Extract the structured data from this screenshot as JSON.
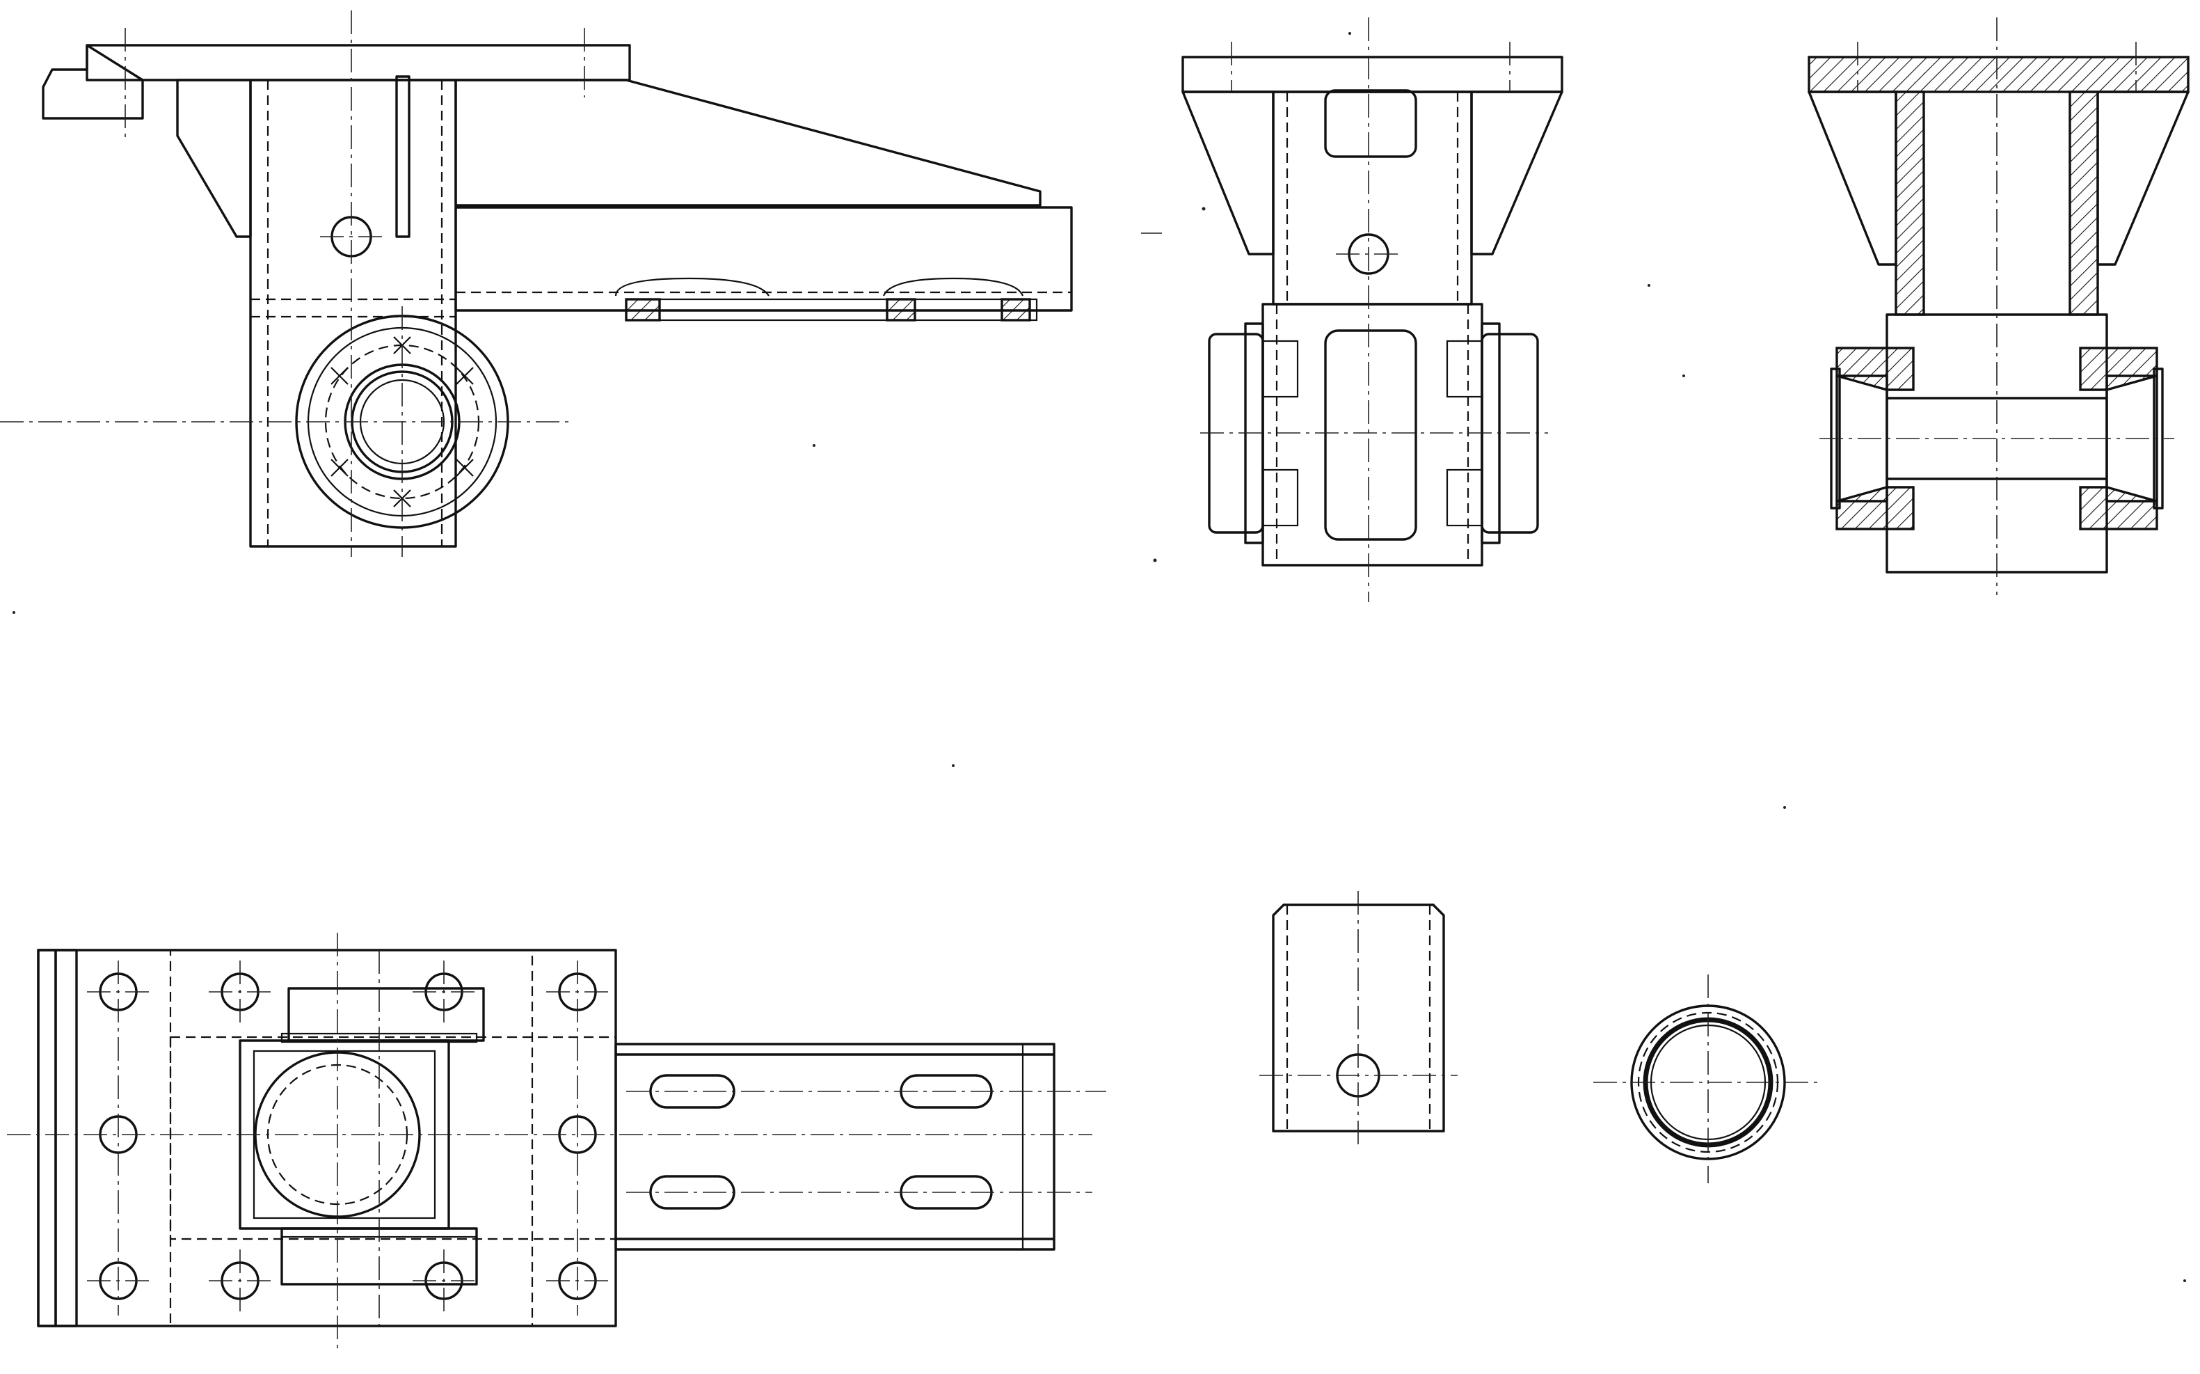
{
  "drawing": {
    "type": "orthographic engineering drawing",
    "views": [
      {
        "id": "front-view",
        "kind": "elevation"
      },
      {
        "id": "side-view",
        "kind": "end elevation"
      },
      {
        "id": "section-view",
        "kind": "sectional elevation (hatched)"
      },
      {
        "id": "top-view",
        "kind": "plan"
      },
      {
        "id": "detail-bushing-side",
        "kind": "detail elevation"
      },
      {
        "id": "detail-bushing-end",
        "kind": "detail end view"
      }
    ],
    "colors": {
      "line": "#111111",
      "background": "#ffffff"
    }
  }
}
